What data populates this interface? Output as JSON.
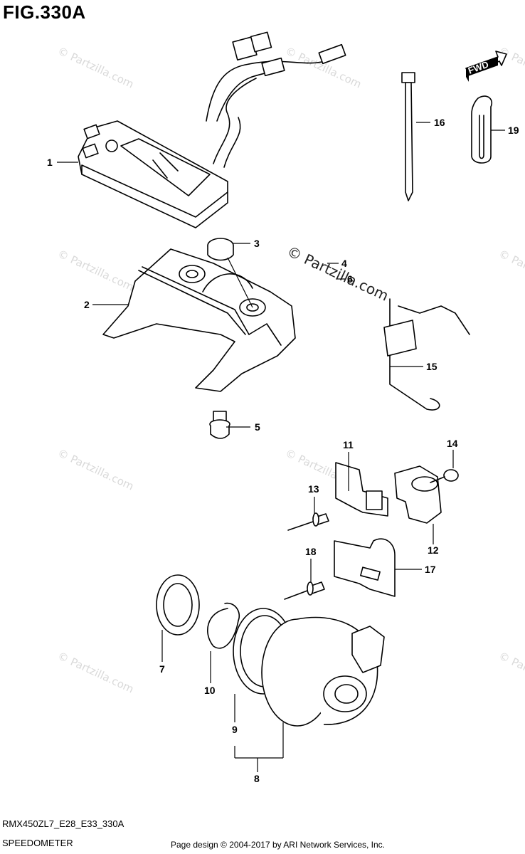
{
  "figure": {
    "title": "FIG.330A",
    "code": "RMX450ZL7_E28_E33_330A",
    "caption": "SPEEDOMETER",
    "credit": "Page design © 2004-2017 by ARI Network Services, Inc.",
    "fwd_label": "FWD"
  },
  "watermark": {
    "text": "© Partzilla.com",
    "prominent_text": "© Partzilla.com"
  },
  "callouts": [
    "1",
    "2",
    "3",
    "4",
    "5",
    "6",
    "7",
    "8",
    "9",
    "10",
    "11",
    "12",
    "13",
    "14",
    "15",
    "16",
    "17",
    "18",
    "19"
  ]
}
